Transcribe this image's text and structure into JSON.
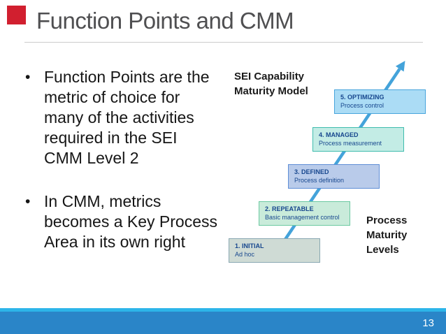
{
  "slide": {
    "title": "Function Points and CMM",
    "title_color": "#4f4f51",
    "accent_red": "#d11f2f",
    "bullet_marker": "•",
    "bullets": [
      {
        "text": "Function Points are the\nmetric of choice for\nmany of the activities\nrequired in the SEI\nCMM Level 2"
      },
      {
        "text": "In CMM, metrics\nbecomes a Key Process\nArea in its own right"
      }
    ],
    "diagram": {
      "top_label": "SEI Capability\nMaturity Model",
      "bottom_label": "Process\nMaturity\nLevels",
      "arrow_color": "#44a3da",
      "box_text_color": "#17478e",
      "levels": [
        {
          "title": "1. INITIAL",
          "subtitle": "Ad hoc",
          "fill": "#cfdbd5",
          "border": "#8aa8b2"
        },
        {
          "title": "2. REPEATABLE",
          "subtitle": "Basic management control",
          "fill": "#c9ebda",
          "border": "#6cc9a1"
        },
        {
          "title": "3. DEFINED",
          "subtitle": "Process definition",
          "fill": "#b9cbea",
          "border": "#5f8ed6"
        },
        {
          "title": "4. MANAGED",
          "subtitle": "Process measurement",
          "fill": "#c3ece5",
          "border": "#3fbcae"
        },
        {
          "title": "5. OPTIMIZING",
          "subtitle": "Process control",
          "fill": "#abdcf5",
          "border": "#48a5dc"
        }
      ]
    },
    "footer": {
      "strip_color": "#2db5e9",
      "bar_color": "#2a85c8",
      "page_number": "13"
    }
  }
}
